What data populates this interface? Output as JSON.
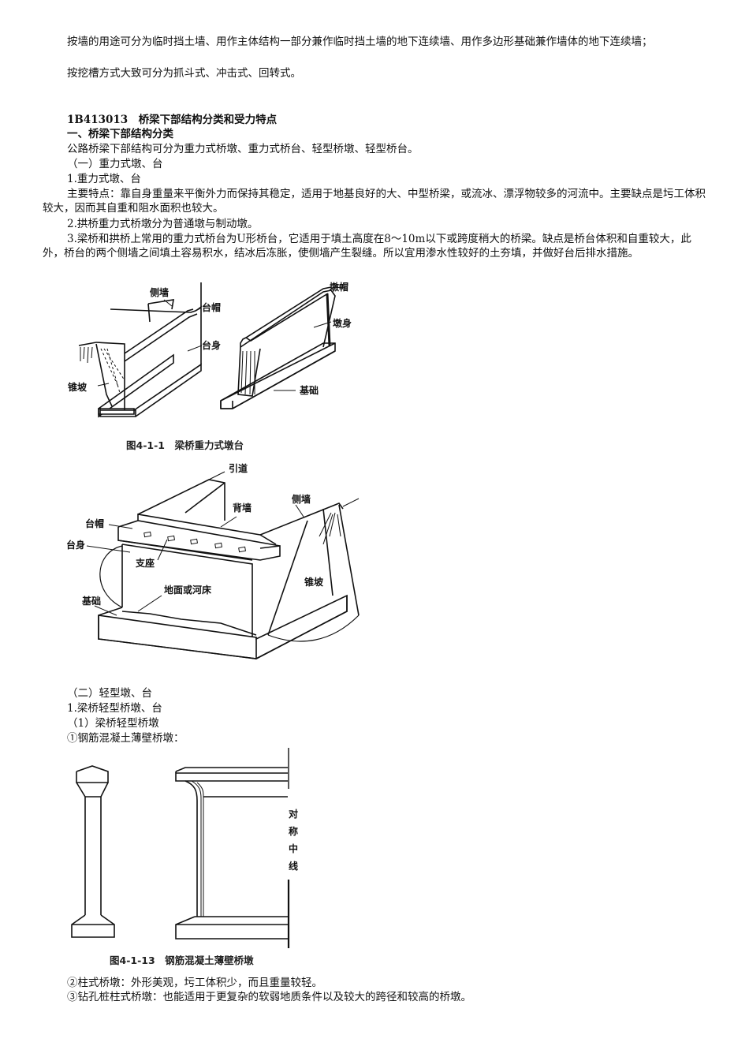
{
  "paragraphs": {
    "p1": "按墙的用途可分为临时挡土墙、用作主体结构一部分兼作临时挡土墙的地下连续墙、用作多边形基础兼作墙体的地下连续墙；",
    "p2": "按挖槽方式大致可分为抓斗式、冲击式、回转式。",
    "section_heading": "1B413013　桥梁下部结构分类和受力特点",
    "sub_heading": "一、桥梁下部结构分类",
    "p3": "公路桥梁下部结构可分为重力式桥墩、重力式桥台、轻型桥墩、轻型桥台。",
    "p4": "（一）重力式墩、台",
    "p5": "1.重力式墩、台",
    "p6": "主要特点：靠自身重量来平衡外力而保持其稳定，适用于地基良好的大、中型桥梁，或流冰、漂浮物较多的河流中。主要缺点是圬工体积较大，因而其自重和阻水面积也较大。",
    "p7": "2.拱桥重力式桥墩分为普通墩与制动墩。",
    "p8": "3.梁桥和拱桥上常用的重力式桥台为U形桥台，它适用于填土高度在8～10m以下或跨度稍大的桥梁。缺点是桥台体积和自重较大，此外，桥台的两个侧墙之间填土容易积水，结冰后冻胀，使侧墙产生裂缝。所以宜用渗水性较好的土夯填，并做好台后排水措施。",
    "p9": "（二）轻型墩、台",
    "p10": "1.梁桥轻型桥墩、台",
    "p11": "（1）梁桥轻型桥墩",
    "p12": "①钢筋混凝土薄壁桥墩：",
    "p13": "②柱式桥墩：外形美观，圬工体积少，而且重量较轻。",
    "p14": "③钻孔桩柱式桥墩：也能适用于更复杂的软弱地质条件以及较大的跨径和较高的桥墩。"
  },
  "figure1": {
    "caption": "图4-1-1　梁桥重力式墩台",
    "labels": {
      "side_wall": "侧墙",
      "abutment_cap": "台帽",
      "abutment_body": "台身",
      "cone_slope": "锥坡",
      "pier_cap": "墩帽",
      "pier_body": "墩身",
      "foundation": "基础"
    }
  },
  "figure2": {
    "labels": {
      "approach": "引道",
      "back_wall": "背墙",
      "side_wall": "侧墙",
      "abutment_cap": "台帽",
      "abutment_body": "台身",
      "bearing": "支座",
      "ground": "地面或河床",
      "cone_slope": "锥坡",
      "foundation": "基础"
    }
  },
  "figure3": {
    "caption": "图4-1-13　钢筋混凝土薄壁桥墩",
    "labels": {
      "sym_1": "对",
      "sym_2": "称",
      "sym_3": "中",
      "sym_4": "线"
    }
  }
}
